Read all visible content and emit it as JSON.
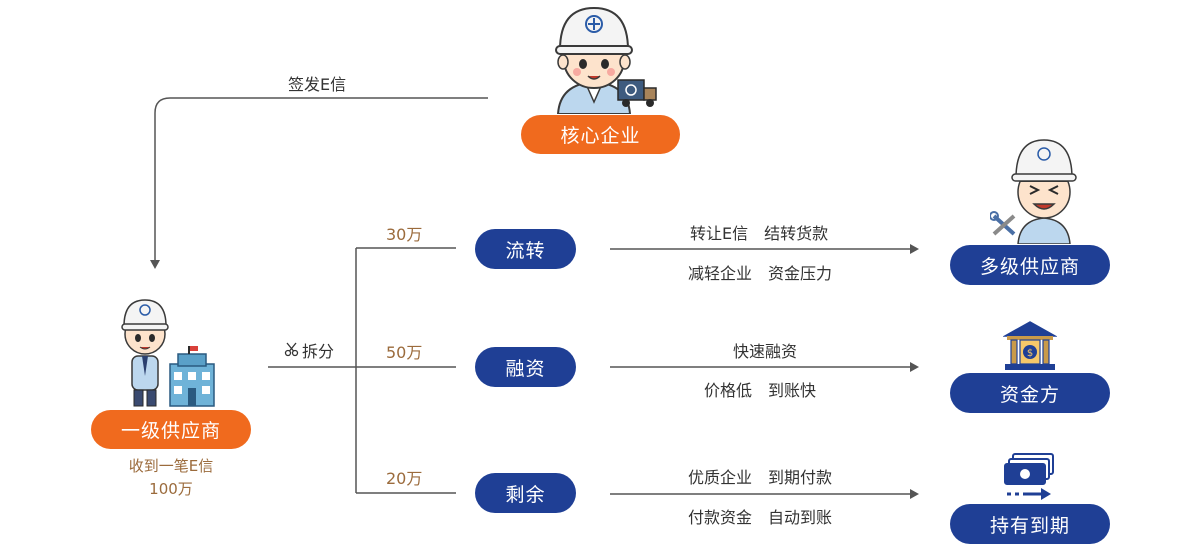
{
  "colors": {
    "accent_orange": "#f06a1e",
    "accent_blue": "#1f3f95",
    "line": "#555555",
    "amount_text": "#9b6b3c"
  },
  "icons": {
    "core_enterprise": "worker-with-truck-icon",
    "first_supplier": "worker-with-building-icon",
    "multi_supplier": "worker-with-wrench-icon",
    "funder": "bank-icon",
    "holder": "money-stack-icon",
    "split": "scissors-icon"
  },
  "core": {
    "label": "核心企业",
    "issue_label": "签发E信"
  },
  "first_supplier": {
    "label": "一级供应商",
    "note_line1": "收到一笔E信",
    "note_line2": "100万"
  },
  "split_label": "拆分",
  "branches": [
    {
      "amount": "30万",
      "action": "流转",
      "desc_line1": "转让E信　结转货款",
      "desc_line2": "减轻企业　资金压力",
      "target": "多级供应商"
    },
    {
      "amount": "50万",
      "action": "融资",
      "desc_line1": "快速融资",
      "desc_line2": "价格低　到账快",
      "target": "资金方"
    },
    {
      "amount": "20万",
      "action": "剩余",
      "desc_line1": "优质企业　到期付款",
      "desc_line2": "付款资金　自动到账",
      "target": "持有到期"
    }
  ]
}
